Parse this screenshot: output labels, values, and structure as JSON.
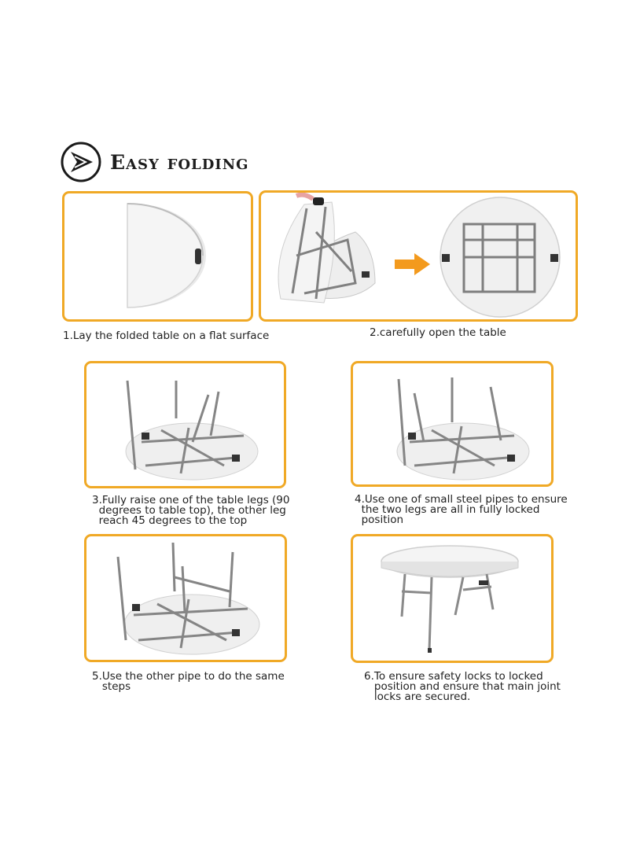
{
  "header": {
    "title": "Easy folding",
    "logo_icon": "arrow-chevron-circle-icon"
  },
  "steps": [
    {
      "caption": "1.Lay the folded table on a flat surface"
    },
    {
      "caption": "2.carefully open the table"
    },
    {
      "caption": "3.Fully raise one of the table legs (90\n  degrees to table top), the other leg\n  reach 45 degrees to the top"
    },
    {
      "caption": "4.Use one of small steel pipes to ensure\n  the two legs are all in fully locked\n  position"
    },
    {
      "caption": "5.Use the other pipe to do the same\n   steps"
    },
    {
      "caption": "6.To ensure safety locks to locked\n   position and ensure that main joint\n   locks are secured."
    }
  ],
  "colors": {
    "panel_border": "#f0a926",
    "arrow": "#f39a1d",
    "frame": "#8a8a8a",
    "tabletop": "#f1f1f1"
  }
}
